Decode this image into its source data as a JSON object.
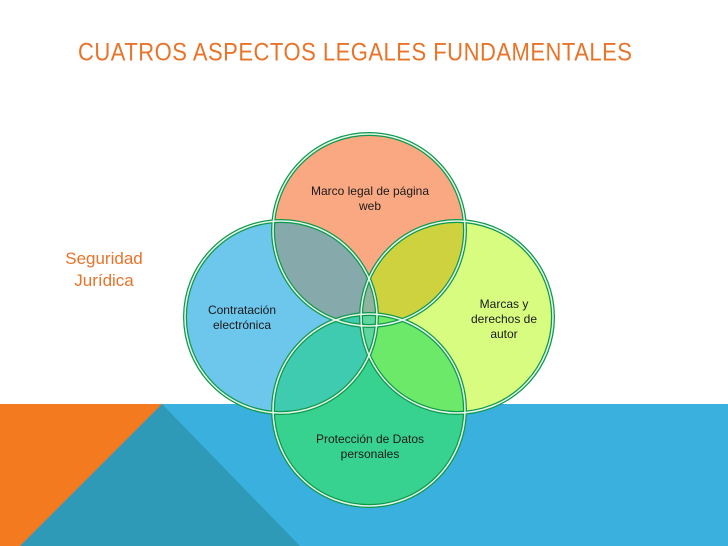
{
  "slide": {
    "title": "CUATROS ASPECTOS LEGALES FUNDAMENTALES",
    "side_label": {
      "line1": "Seguridad",
      "line2": "Jurídica"
    }
  },
  "diagram": {
    "type": "venn",
    "circles": [
      {
        "id": "top",
        "line1": "Marco legal de página",
        "line2": "web",
        "line3": "",
        "fill": "#f9a882"
      },
      {
        "id": "left",
        "line1": "Contratación",
        "line2": "electrónica",
        "line3": "",
        "fill": "#6dc6ec"
      },
      {
        "id": "right",
        "line1": "Marcas y",
        "line2": "derechos de",
        "line3": "autor",
        "fill": "#d8fc80"
      },
      {
        "id": "bottom",
        "line1": "Protección de Datos",
        "line2": "personales",
        "line3": "",
        "fill": "#37d28f"
      }
    ],
    "stroke_color": "#0b9a49"
  },
  "theme": {
    "title_color": "#e8742a",
    "band_orange": "#f47a20",
    "band_teal": "#2f9ab8",
    "band_blue": "#3ab0df"
  }
}
